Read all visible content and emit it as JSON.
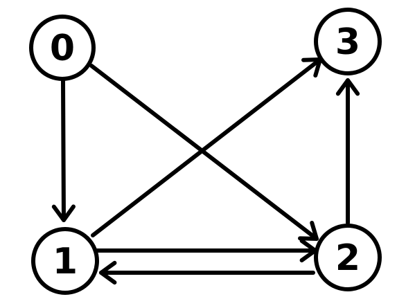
{
  "diagram": {
    "type": "directed-graph",
    "nodes": [
      {
        "id": "0",
        "label": "0"
      },
      {
        "id": "1",
        "label": "1"
      },
      {
        "id": "2",
        "label": "2"
      },
      {
        "id": "3",
        "label": "3"
      }
    ],
    "edges": [
      {
        "from": "0",
        "to": "1"
      },
      {
        "from": "0",
        "to": "2"
      },
      {
        "from": "1",
        "to": "2"
      },
      {
        "from": "2",
        "to": "1"
      },
      {
        "from": "1",
        "to": "3"
      },
      {
        "from": "2",
        "to": "3"
      }
    ],
    "colors": {
      "stroke": "#000000",
      "node_fill": "#ffffff",
      "background": "#ffffff"
    }
  }
}
